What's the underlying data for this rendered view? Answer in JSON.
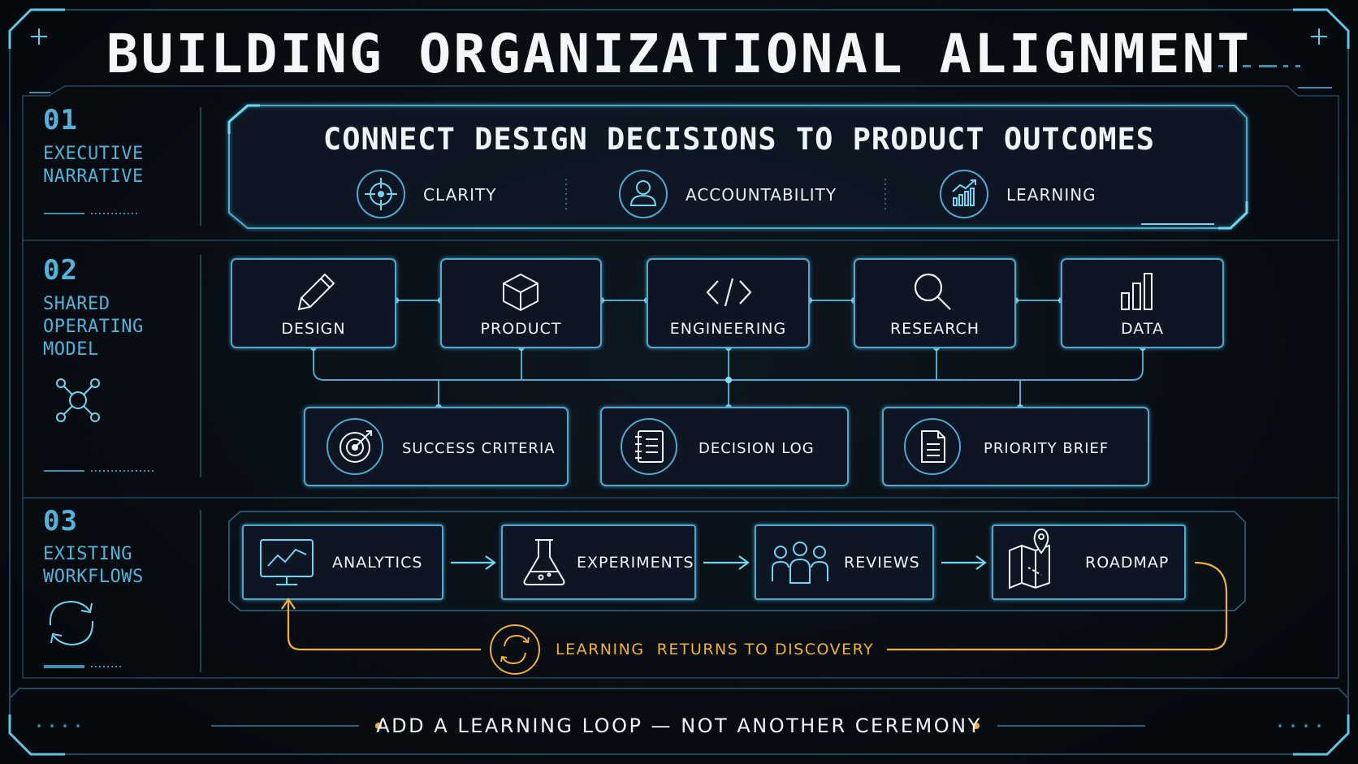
{
  "title": "BUILDING ORGANIZATIONAL ALIGNMENT",
  "sections": [
    {
      "number": "01",
      "label": "EXECUTIVE\nNARRATIVE"
    },
    {
      "number": "02",
      "label": "SHARED\nOPERATING\nMODEL"
    },
    {
      "number": "03",
      "label": "EXISTING\nWORKFLOWS"
    }
  ],
  "narrative": {
    "headline": "CONNECT DESIGN DECISIONS TO PRODUCT OUTCOMES",
    "pillars": [
      {
        "label": "CLARITY",
        "icon": "crosshair-icon"
      },
      {
        "label": "ACCOUNTABILITY",
        "icon": "person-icon"
      },
      {
        "label": "LEARNING",
        "icon": "growth-chart-icon"
      }
    ]
  },
  "operating_model": {
    "disciplines": [
      {
        "label": "DESIGN",
        "icon": "pencil-icon"
      },
      {
        "label": "PRODUCT",
        "icon": "cube-icon"
      },
      {
        "label": "ENGINEERING",
        "icon": "code-icon"
      },
      {
        "label": "RESEARCH",
        "icon": "magnifier-icon"
      },
      {
        "label": "DATA",
        "icon": "bar-chart-icon"
      }
    ],
    "artifacts": [
      {
        "label": "SUCCESS CRITERIA",
        "icon": "target-icon"
      },
      {
        "label": "DECISION LOG",
        "icon": "notebook-icon"
      },
      {
        "label": "PRIORITY BRIEF",
        "icon": "document-icon"
      }
    ]
  },
  "workflows": {
    "steps": [
      {
        "label": "ANALYTICS",
        "icon": "monitor-chart-icon"
      },
      {
        "label": "EXPERIMENTS",
        "icon": "flask-icon"
      },
      {
        "label": "REVIEWS",
        "icon": "group-icon"
      },
      {
        "label": "ROADMAP",
        "icon": "map-pin-icon"
      }
    ],
    "loop_label": "LEARNING  RETURNS TO DISCOVERY"
  },
  "footer": "ADD A LEARNING LOOP — NOT ANOTHER CEREMONY",
  "colors": {
    "accent": "#5fd0ee",
    "loop": "#f0b032",
    "text": "#eef5f9",
    "section": "#4fb4d8"
  }
}
